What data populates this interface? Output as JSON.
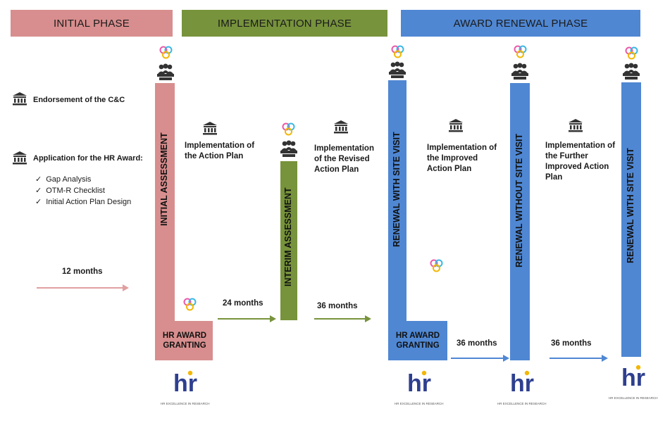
{
  "phases": {
    "initial": "INITIAL PHASE",
    "implementation": "IMPLEMENTATION PHASE",
    "renewal": "AWARD RENEWAL PHASE"
  },
  "left": {
    "endorsement": "Endorsement of the C&C",
    "application": "Application for the HR Award:",
    "checklist": [
      "Gap Analysis",
      "OTM-R Checklist",
      "Initial Action Plan Design"
    ]
  },
  "bars": {
    "initial_assessment": "INITIAL ASSESSMENT",
    "interim_assessment": "INTERIM ASSESSMENT",
    "renewal_site_visit_1": "RENEWAL WITH SITE VISIT",
    "renewal_without_site_visit": "RENEWAL WITHOUT SITE VISIT",
    "renewal_site_visit_2": "RENEWAL WITH SITE VISIT"
  },
  "boxes": {
    "hr_award_granting_1": "HR AWARD GRANTING",
    "hr_award_granting_2": "HR AWARD GRANTING"
  },
  "implementation_texts": {
    "action_plan": "Implementation of the Action Plan",
    "revised_plan": "Implementation of the Revised Action Plan",
    "improved_plan": "Implementation of the Improved Action Plan",
    "further_plan": "Implementation of the Further Improved Action Plan"
  },
  "durations": {
    "m12": "12 months",
    "m24": "24 months",
    "m36a": "36 months",
    "m36b": "36 months",
    "m36c": "36 months"
  },
  "logo": {
    "letters": "hr",
    "caption": "HR EXCELLENCE IN RESEARCH"
  },
  "colors": {
    "initial": "#d88e8e",
    "implementation": "#77933c",
    "renewal": "#4f87d3",
    "initial_arrow": "#e0a0a0",
    "logo_blue": "#2e3f8f",
    "logo_yellow": "#f2b705"
  }
}
